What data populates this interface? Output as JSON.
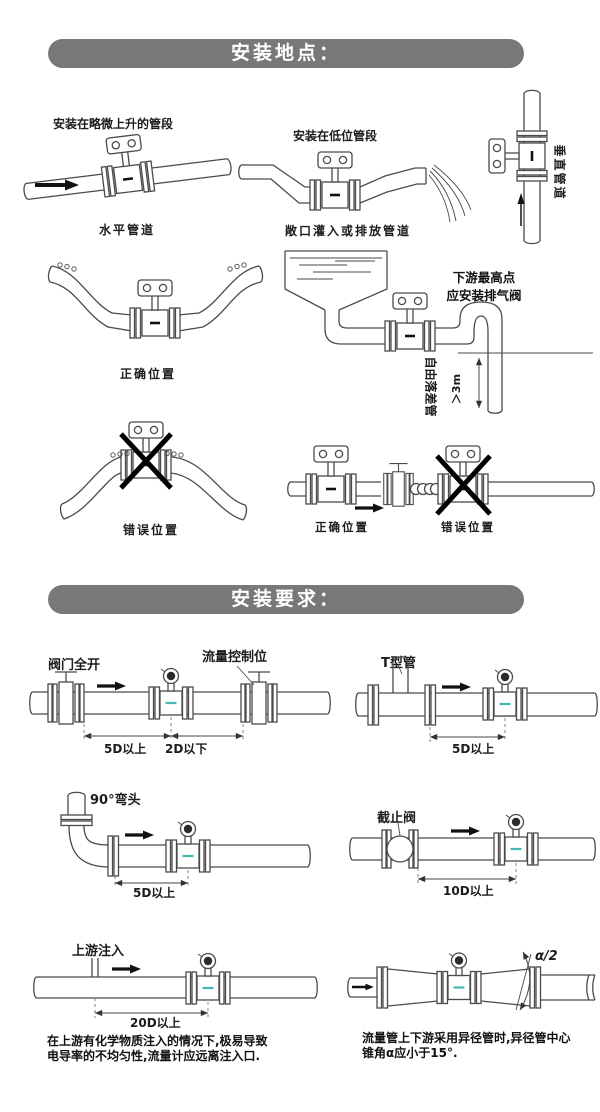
{
  "banners": {
    "location": "安装地点：",
    "requirements": "安装要求："
  },
  "location": {
    "rising_title": "安装在略微上升的管段",
    "rising_caption": "水平管道",
    "low_title": "安装在低位管段",
    "low_caption": "敞口灌入或排放管道",
    "vertical_caption": "垂直管道",
    "sag_caption": "正确位置",
    "tank_note": "下游最高点\n应安装排气阀",
    "tank_drop_label": "自由落差管",
    "tank_drop_dim": "＞3m",
    "hump_caption": "错误位置",
    "line_correct": "正确位置",
    "line_wrong": "错误位置"
  },
  "requirements": {
    "valve_open": "阀门全开",
    "flow_control": "流量控制位",
    "dim_5d_a": "5D以上",
    "dim_2d": "2D以下",
    "tee_label": "T型管",
    "dim_5d_b": "5D以上",
    "elbow_label": "90°弯头",
    "dim_5d_c": "5D以上",
    "stop_valve": "截止阀",
    "dim_10d": "10D以上",
    "injection": "上游注入",
    "dim_20d": "20D以上",
    "cone_angle": "α/2",
    "note_left": "在上游有化学物质注入的情况下,极易导致\n电导率的不均匀性,流量计应远离注入口.",
    "note_right": "流量管上下游采用异径管时,异径管中心\n锥角α应小于15°."
  },
  "colors": {
    "banner_gray": "#787878",
    "line_gray": "#4a4a4a",
    "meter_accent_teal": "#45b8b0",
    "cross_black": "#000000"
  }
}
